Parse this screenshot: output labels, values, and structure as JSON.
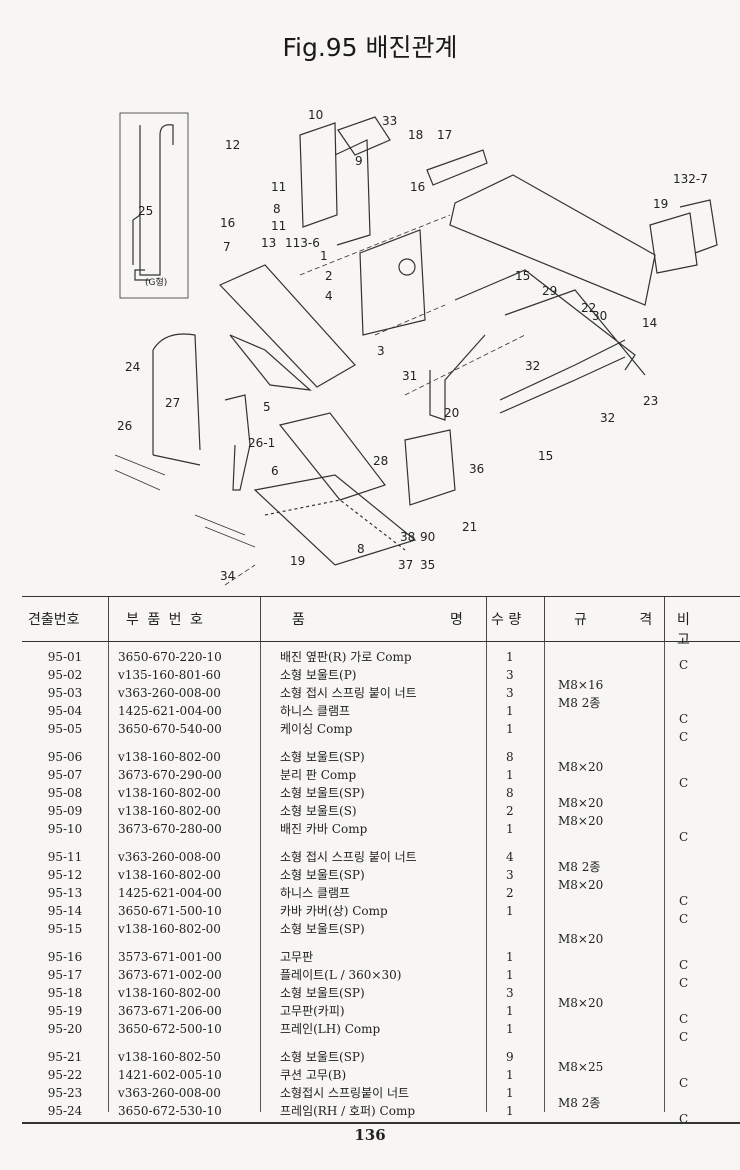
{
  "title": "Fig.95 배진관계",
  "page_number": "136",
  "callouts": [
    "10",
    "33",
    "18",
    "17",
    "12",
    "9",
    "16",
    "11",
    "8",
    "11",
    "25",
    "(G형)",
    "16",
    "7",
    "13",
    "113-6",
    "1",
    "2",
    "4",
    "3",
    "132-7",
    "19",
    "15",
    "29",
    "30",
    "22",
    "14",
    "24",
    "5",
    "31",
    "32",
    "27",
    "26",
    "26-1",
    "20",
    "32",
    "23",
    "15",
    "28",
    "36",
    "6",
    "21",
    "8",
    "38",
    "90",
    "19",
    "37",
    "35",
    "34",
    "26-1"
  ],
  "table": {
    "headers": {
      "no": "견출번호",
      "part_no": "부 품 번 호",
      "name_left": "품",
      "name_right": "명",
      "qty": "수 량",
      "spec": "규 격",
      "note": "비 고"
    },
    "rows": [
      {
        "no": "95-01",
        "part_no": "3650-670-220-10",
        "name": "배진 옆판(R) 가로 Comp",
        "qty": "1",
        "spec": "",
        "note": "C"
      },
      {
        "no": "95-02",
        "part_no": "v135-160-801-60",
        "name": "소형 보울트(P)",
        "qty": "3",
        "spec": "M8×16",
        "note": ""
      },
      {
        "no": "95-03",
        "part_no": "v363-260-008-00",
        "name": "소형 접시 스프링 붙이 너트",
        "qty": "3",
        "spec": "M8 2종",
        "note": ""
      },
      {
        "no": "95-04",
        "part_no": "1425-621-004-00",
        "name": "하니스 클램프",
        "qty": "1",
        "spec": "",
        "note": "C"
      },
      {
        "no": "95-05",
        "part_no": "3650-670-540-00",
        "name": "케이싱 Comp",
        "qty": "1",
        "spec": "",
        "note": "C"
      },
      {
        "no": "95-06",
        "part_no": "v138-160-802-00",
        "name": "소형 보울트(SP)",
        "qty": "8",
        "spec": "M8×20",
        "note": ""
      },
      {
        "no": "95-07",
        "part_no": "3673-670-290-00",
        "name": "분리 판 Comp",
        "qty": "1",
        "spec": "",
        "note": "C"
      },
      {
        "no": "95-08",
        "part_no": "v138-160-802-00",
        "name": "소형 보울트(SP)",
        "qty": "8",
        "spec": "M8×20",
        "note": ""
      },
      {
        "no": "95-09",
        "part_no": "v138-160-802-00",
        "name": "소형 보울트(S)",
        "qty": "2",
        "spec": "M8×20",
        "note": ""
      },
      {
        "no": "95-10",
        "part_no": "3673-670-280-00",
        "name": "배진 카바 Comp",
        "qty": "1",
        "spec": "",
        "note": "C"
      },
      {
        "no": "95-11",
        "part_no": "v363-260-008-00",
        "name": "소형 접시 스프링 붙이 너트",
        "qty": "4",
        "spec": "M8 2종",
        "note": ""
      },
      {
        "no": "95-12",
        "part_no": "v138-160-802-00",
        "name": "소형 보울트(SP)",
        "qty": "3",
        "spec": "M8×20",
        "note": ""
      },
      {
        "no": "95-13",
        "part_no": "1425-621-004-00",
        "name": "하니스 클램프",
        "qty": "2",
        "spec": "",
        "note": "C"
      },
      {
        "no": "95-14",
        "part_no": "3650-671-500-10",
        "name": "카바 카버(상) Comp",
        "qty": "1",
        "spec": "",
        "note": "C"
      },
      {
        "no": "95-15",
        "part_no": "v138-160-802-00",
        "name": "소형 보울트(SP)",
        "qty": "",
        "spec": "M8×20",
        "note": ""
      },
      {
        "no": "95-16",
        "part_no": "3573-671-001-00",
        "name": "고무판",
        "qty": "1",
        "spec": "",
        "note": "C"
      },
      {
        "no": "95-17",
        "part_no": "3673-671-002-00",
        "name": "플레이트(L / 360×30)",
        "qty": "1",
        "spec": "",
        "note": "C"
      },
      {
        "no": "95-18",
        "part_no": "v138-160-802-00",
        "name": "소형 보울트(SP)",
        "qty": "3",
        "spec": "M8×20",
        "note": ""
      },
      {
        "no": "95-19",
        "part_no": "3673-671-206-00",
        "name": "고무판(카피)",
        "qty": "1",
        "spec": "",
        "note": "C"
      },
      {
        "no": "95-20",
        "part_no": "3650-672-500-10",
        "name": "프레인(LH) Comp",
        "qty": "1",
        "spec": "",
        "note": "C"
      },
      {
        "no": "95-21",
        "part_no": "v138-160-802-50",
        "name": "소형 보울트(SP)",
        "qty": "9",
        "spec": "M8×25",
        "note": ""
      },
      {
        "no": "95-22",
        "part_no": "1421-602-005-10",
        "name": "쿠션 고무(B)",
        "qty": "1",
        "spec": "",
        "note": "C"
      },
      {
        "no": "95-23",
        "part_no": "v363-260-008-00",
        "name": "소형접시 스프링붙이 너트",
        "qty": "1",
        "spec": "M8 2종",
        "note": ""
      },
      {
        "no": "95-24",
        "part_no": "3650-672-530-10",
        "name": "프레임(RH / 호퍼) Comp",
        "qty": "1",
        "spec": "",
        "note": "C"
      }
    ]
  }
}
